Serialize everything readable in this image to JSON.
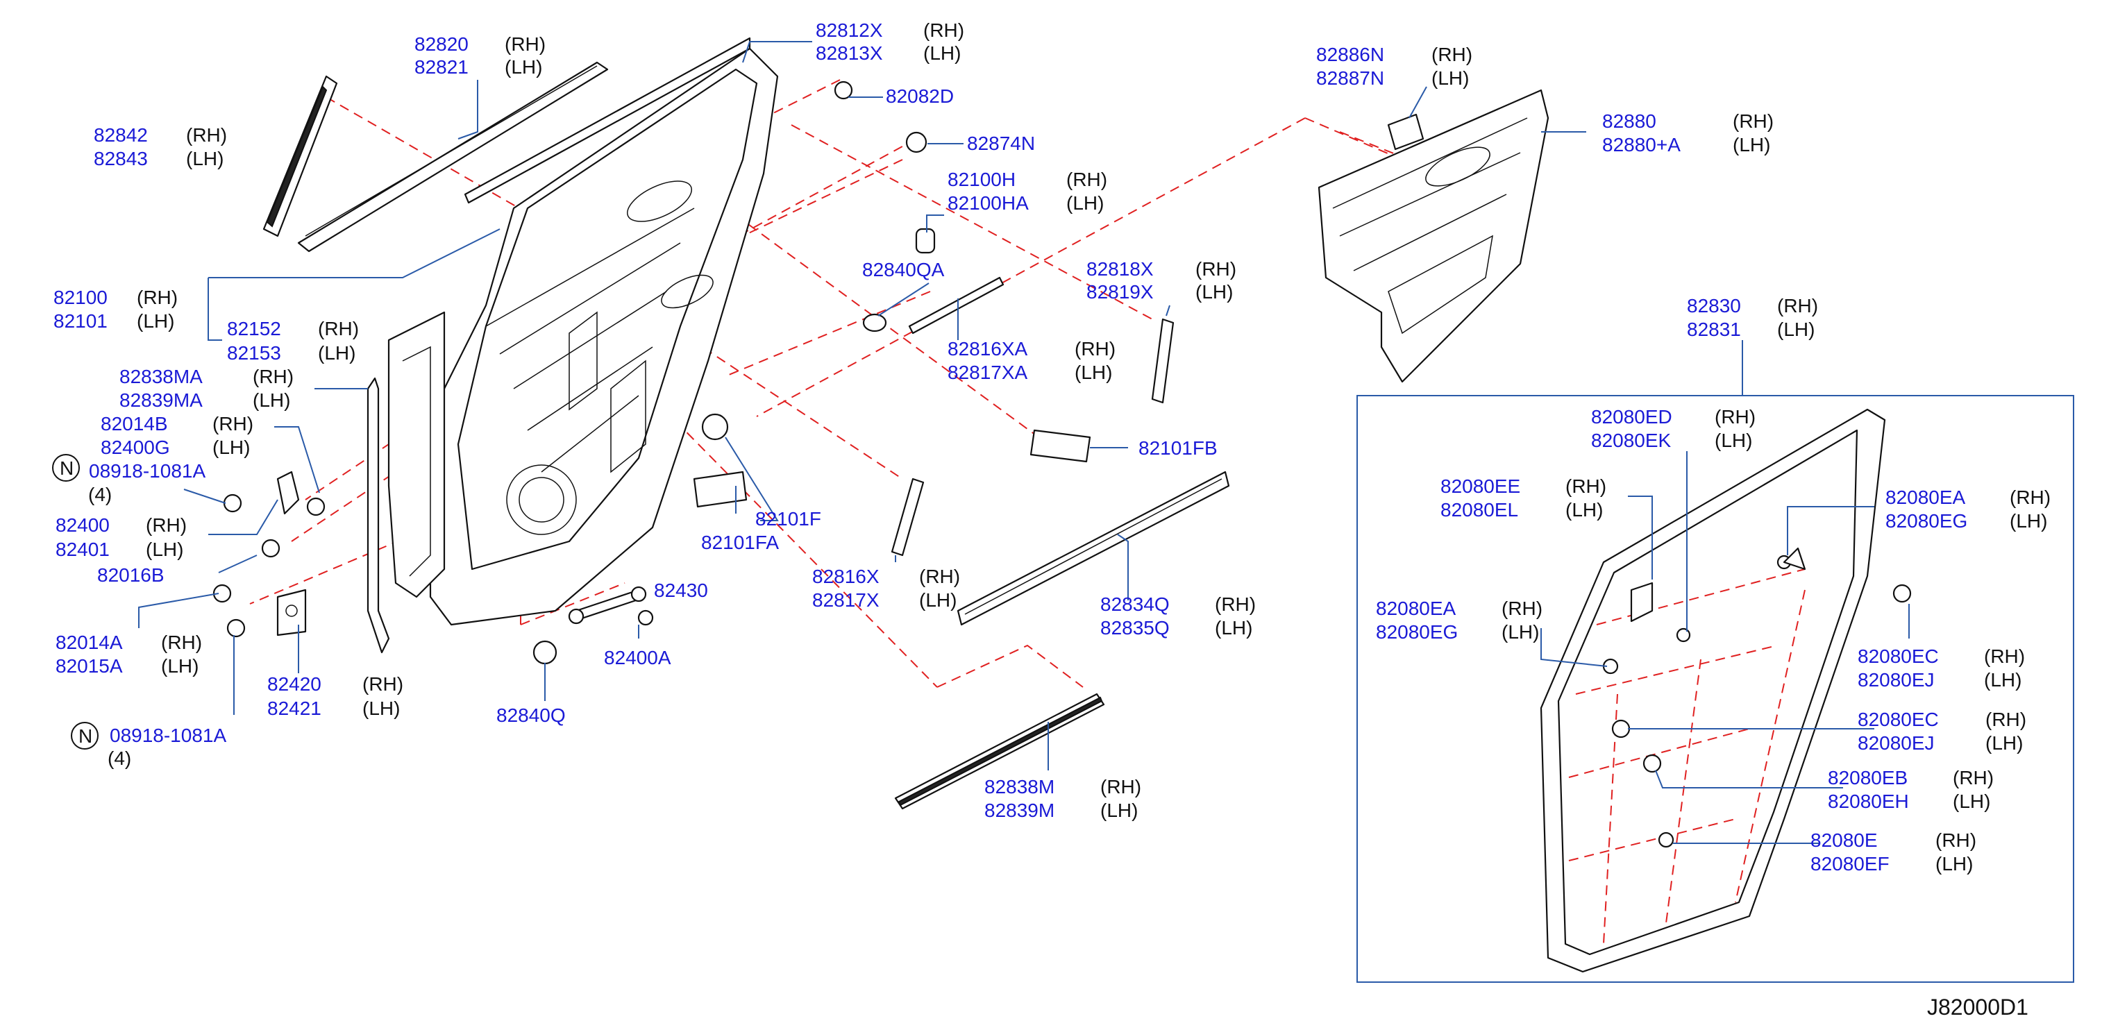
{
  "diagram_code": "J82000D1",
  "note_symbol": "N",
  "callouts": {
    "c82820": {
      "l1": "82820",
      "l2": "82821",
      "s1": "(RH)",
      "s2": "(LH)"
    },
    "c82812X": {
      "l1": "82812X",
      "l2": "82813X",
      "s1": "(RH)",
      "s2": "(LH)"
    },
    "c82082D": {
      "l1": "82082D"
    },
    "c82874N": {
      "l1": "82874N"
    },
    "c82842": {
      "l1": "82842",
      "l2": "82843",
      "s1": "(RH)",
      "s2": "(LH)"
    },
    "c82100H": {
      "l1": "82100H",
      "l2": "82100HA",
      "s1": "(RH)",
      "s2": "(LH)"
    },
    "c82840QA": {
      "l1": "82840QA"
    },
    "c82818X": {
      "l1": "82818X",
      "l2": "82819X",
      "s1": "(RH)",
      "s2": "(LH)"
    },
    "c82100": {
      "l1": "82100",
      "l2": "82101",
      "s1": "(RH)",
      "s2": "(LH)"
    },
    "c82152": {
      "l1": "82152",
      "l2": "82153",
      "s1": "(RH)",
      "s2": "(LH)"
    },
    "c82816XA": {
      "l1": "82816XA",
      "l2": "82817XA",
      "s1": "(RH)",
      "s2": "(LH)"
    },
    "c82838MA": {
      "l1": "82838MA",
      "l2": "82839MA",
      "s1": "(RH)",
      "s2": "(LH)"
    },
    "c82014B": {
      "l1": "82014B",
      "l2": "82400G",
      "s1": "(RH)",
      "s2": "(LH)"
    },
    "c08918a": {
      "l1": "08918-1081A",
      "qty": "(4)"
    },
    "c82101FB": {
      "l1": "82101FB"
    },
    "c82400": {
      "l1": "82400",
      "l2": "82401",
      "s1": "(RH)",
      "s2": "(LH)"
    },
    "c82101F": {
      "l1": "82101F"
    },
    "c82101FA": {
      "l1": "82101FA"
    },
    "c82016B": {
      "l1": "82016B"
    },
    "c82816X": {
      "l1": "82816X",
      "l2": "82817X",
      "s1": "(RH)",
      "s2": "(LH)"
    },
    "c82430": {
      "l1": "82430"
    },
    "c82834Q": {
      "l1": "82834Q",
      "l2": "82835Q",
      "s1": "(RH)",
      "s2": "(LH)"
    },
    "c82014A": {
      "l1": "82014A",
      "l2": "82015A",
      "s1": "(RH)",
      "s2": "(LH)"
    },
    "c82400A": {
      "l1": "82400A"
    },
    "c82420": {
      "l1": "82420",
      "l2": "82421",
      "s1": "(RH)",
      "s2": "(LH)"
    },
    "c82840Q": {
      "l1": "82840Q"
    },
    "c08918b": {
      "l1": "08918-1081A",
      "qty": "(4)"
    },
    "c82838M": {
      "l1": "82838M",
      "l2": "82839M",
      "s1": "(RH)",
      "s2": "(LH)"
    },
    "c82886N": {
      "l1": "82886N",
      "l2": "82887N",
      "s1": "(RH)",
      "s2": "(LH)"
    },
    "c82880": {
      "l1": "82880",
      "l2": "82880+A",
      "s1": "(RH)",
      "s2": "(LH)"
    },
    "c82830": {
      "l1": "82830",
      "l2": "82831",
      "s1": "(RH)",
      "s2": "(LH)"
    },
    "c82080ED": {
      "l1": "82080ED",
      "l2": "82080EK",
      "s1": "(RH)",
      "s2": "(LH)"
    },
    "c82080EE": {
      "l1": "82080EE",
      "l2": "82080EL",
      "s1": "(RH)",
      "s2": "(LH)"
    },
    "c82080EAr": {
      "l1": "82080EA",
      "l2": "82080EG",
      "s1": "(RH)",
      "s2": "(LH)"
    },
    "c82080EAl": {
      "l1": "82080EA",
      "l2": "82080EG",
      "s1": "(RH)",
      "s2": "(LH)"
    },
    "c82080EC1": {
      "l1": "82080EC",
      "l2": "82080EJ",
      "s1": "(RH)",
      "s2": "(LH)"
    },
    "c82080EC2": {
      "l1": "82080EC",
      "l2": "82080EJ",
      "s1": "(RH)",
      "s2": "(LH)"
    },
    "c82080EB": {
      "l1": "82080EB",
      "l2": "82080EH",
      "s1": "(RH)",
      "s2": "(LH)"
    },
    "c82080E": {
      "l1": "82080E",
      "l2": "82080EF",
      "s1": "(RH)",
      "s2": "(LH)"
    }
  }
}
